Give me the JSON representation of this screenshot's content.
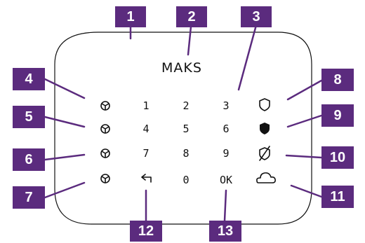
{
  "colors": {
    "badge": "#5b2b7e",
    "outline": "#111111",
    "background": "#ffffff"
  },
  "keypad": {
    "brand": "MAKS",
    "digits": [
      "1",
      "2",
      "3",
      "4",
      "5",
      "6",
      "7",
      "8",
      "9",
      "0"
    ],
    "ok_label": "OK",
    "left_icons": [
      "zone-icon",
      "zone-icon",
      "zone-icon",
      "zone-icon"
    ],
    "right_icons": [
      "shield-outline-icon",
      "shield-filled-icon",
      "shield-disabled-icon",
      "cloud-icon"
    ],
    "back_icon": "back-arrow-icon"
  },
  "callouts": [
    "1",
    "2",
    "3",
    "4",
    "5",
    "6",
    "7",
    "8",
    "9",
    "10",
    "11",
    "12",
    "13"
  ]
}
